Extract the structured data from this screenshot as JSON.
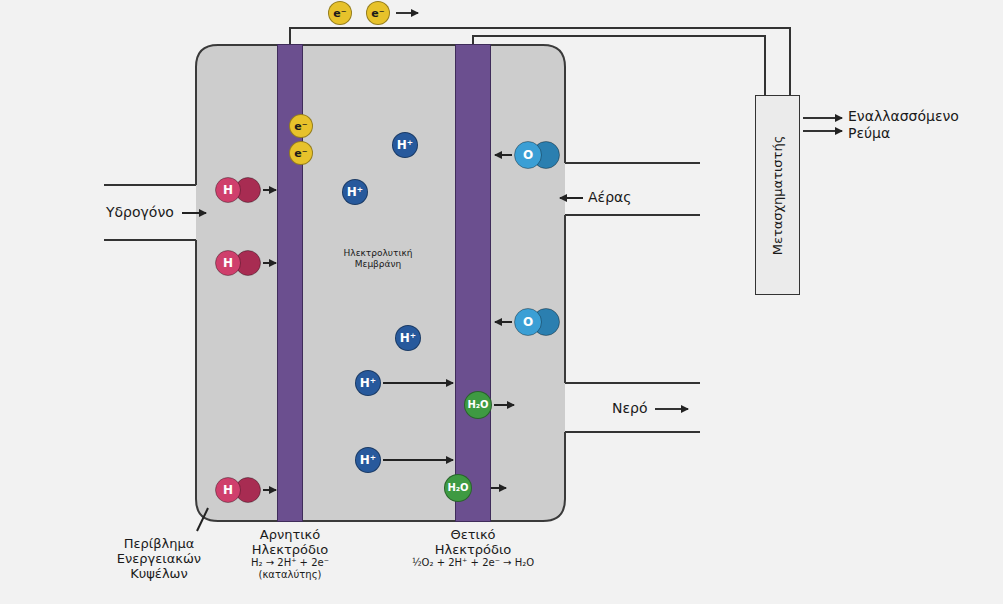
{
  "diagram": {
    "nodes": [
      {
        "text": [
          "e⁻"
        ]
      },
      {
        "text": [
          "e⁻"
        ]
      },
      {
        "text": [
          "Μετασχηματιστής"
        ]
      },
      {
        "text": [
          "Περίβλημα Ενεργειακών Κυψέλων"
        ]
      },
      {
        "text": [
          "Αρνητικό Ηλεκτρόδιο",
          "H₂ → 2H⁺ + 2e⁻",
          "(καταλύτης)"
        ],
        "in": 3
      },
      {
        "text": [
          "Θετικό Ηλεκτρόδιο",
          "½O₂ + 2H⁺ + 2e⁻ → H₂O"
        ],
        "in": 3
      },
      {
        "text": [
          "e⁻"
        ],
        "in": 4
      },
      {
        "text": [
          "e⁻"
        ],
        "in": 4
      },
      {
        "text": [
          "H"
        ],
        "in": 3
      },
      {
        "text": [
          "H"
        ],
        "in": 3
      },
      {
        "text": [
          "H"
        ],
        "in": 3
      },
      {
        "text": [
          "H⁺"
        ],
        "in": 3
      },
      {
        "text": [
          "H⁺"
        ],
        "in": 3
      },
      {
        "text": [
          "H⁺"
        ],
        "in": 3
      },
      {
        "text": [
          "H⁺"
        ],
        "in": 3
      },
      {
        "text": [
          "H⁺"
        ],
        "in": 3
      },
      {
        "text": [
          "O"
        ],
        "in": 3
      },
      {
        "text": [
          "O"
        ],
        "in": 3
      },
      {
        "text": [
          "H₂O"
        ],
        "in": 3
      },
      {
        "text": [
          "H₂O"
        ],
        "in": 3
      }
    ],
    "edges": [
      {
        "from": 4,
        "to": 2,
        "arrow": "none"
      },
      {
        "from": 5,
        "to": 2,
        "arrow": "none"
      }
    ],
    "labels": [
      "Εναλλασσόμενο Ρεύμα",
      "Αέρας",
      "Υδρογόνο",
      "Ηλεκτρολυτική Μεμβράνη",
      "Νερό"
    ]
  }
}
